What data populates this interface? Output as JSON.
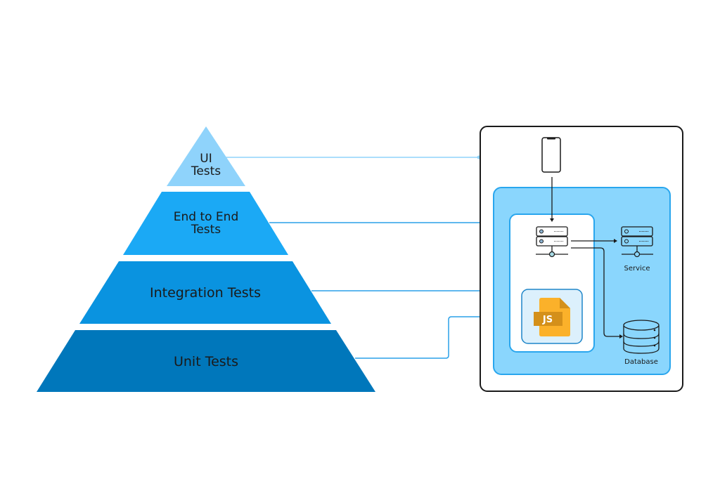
{
  "pyramid": {
    "tiers": [
      {
        "id": "ui",
        "lines": [
          "UI",
          "Tests"
        ],
        "color": "#8fd3fb"
      },
      {
        "id": "e2e",
        "lines": [
          "End to End",
          "Tests"
        ],
        "color": "#1ba9f5"
      },
      {
        "id": "integration",
        "lines": [
          "Integration Tests"
        ],
        "color": "#0a93e0"
      },
      {
        "id": "unit",
        "lines": [
          "Unit Tests"
        ],
        "color": "#0077bb"
      }
    ]
  },
  "architecture": {
    "client_icon": "smartphone-icon",
    "server_icon": "server-icon",
    "service": {
      "label": "Service",
      "icon": "server-icon"
    },
    "database": {
      "label": "Database",
      "icon": "database-icon"
    },
    "code_unit": {
      "label": "JS",
      "icon": "js-file-icon"
    }
  },
  "colors": {
    "connector": "#2aa0e8",
    "frame": "#1a1a1a",
    "panel_fill": "#8ad6fd",
    "panel_border": "#29a6ee",
    "js_box_fill": "#dcf0fc",
    "js_file": "#fbb12a",
    "js_band": "#d4901a"
  }
}
